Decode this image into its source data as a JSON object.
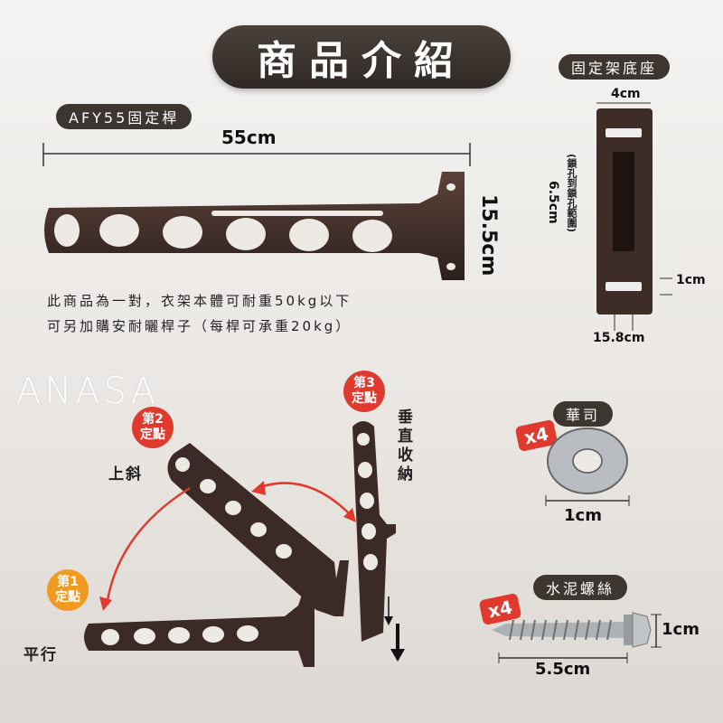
{
  "header": {
    "title": "商品介紹"
  },
  "brand": {
    "logo_text": "ANASA"
  },
  "main_bar": {
    "model_label": "AFY55固定桿",
    "length": "55cm",
    "height": "15.5cm"
  },
  "notes": [
    "此商品為一對，衣架本體可耐重50kg以下",
    "可另加購安耐曬桿子（每桿可承重20kg）"
  ],
  "base": {
    "label": "固定架底座",
    "width": "4cm",
    "hole_distance": "6.5cm",
    "hole_distance_note": "(鎖孔到鎖孔範圍)",
    "hole_size": "1cm",
    "bottom_width": "15.8cm"
  },
  "positions": [
    {
      "badge": [
        "第1",
        "定點"
      ],
      "label": "平行",
      "color": "#f29a1f"
    },
    {
      "badge": [
        "第2",
        "定點"
      ],
      "label": "上斜",
      "color": "#e03a2f"
    },
    {
      "badge": [
        "第3",
        "定點"
      ],
      "label": "垂直收納",
      "color": "#e03a2f"
    }
  ],
  "washer": {
    "label": "華司",
    "qty": "x4",
    "size": "1cm"
  },
  "screw": {
    "label": "水泥螺絲",
    "qty": "x4",
    "length": "5.5cm",
    "diameter": "1cm"
  },
  "colors": {
    "product": "#3b2a25",
    "pill": "#3c3530",
    "accent_red": "#e03a2f",
    "accent_orange": "#f29a1f"
  }
}
